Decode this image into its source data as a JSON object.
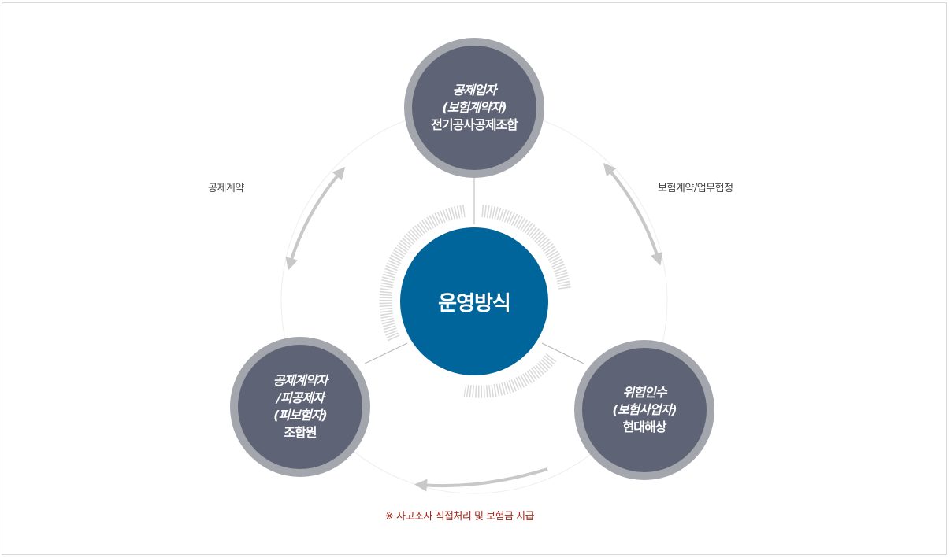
{
  "center": {
    "label": "운영방식"
  },
  "nodes": {
    "top": {
      "lines": [
        "공제업자",
        "(보험계약자)",
        "전기공사공제조합"
      ]
    },
    "left": {
      "lines": [
        "공제계약자",
        "/피공제자",
        "(피보험자)",
        "조합원"
      ]
    },
    "right": {
      "lines": [
        "위험인수",
        "(보험사업자)",
        "현대해상"
      ]
    }
  },
  "relations": {
    "left_arc": "공제계약",
    "right_arc": "보험계약/업무협정",
    "bottom_arc": "※ 사고조사 직접처리 및 보험금 지급"
  },
  "colors": {
    "center_fill": "#00659b",
    "node_fill": "#5e6475",
    "node_ring": "#a4a6ae",
    "arrow": "#c8c8c8",
    "note_text": "#a52a1c"
  }
}
